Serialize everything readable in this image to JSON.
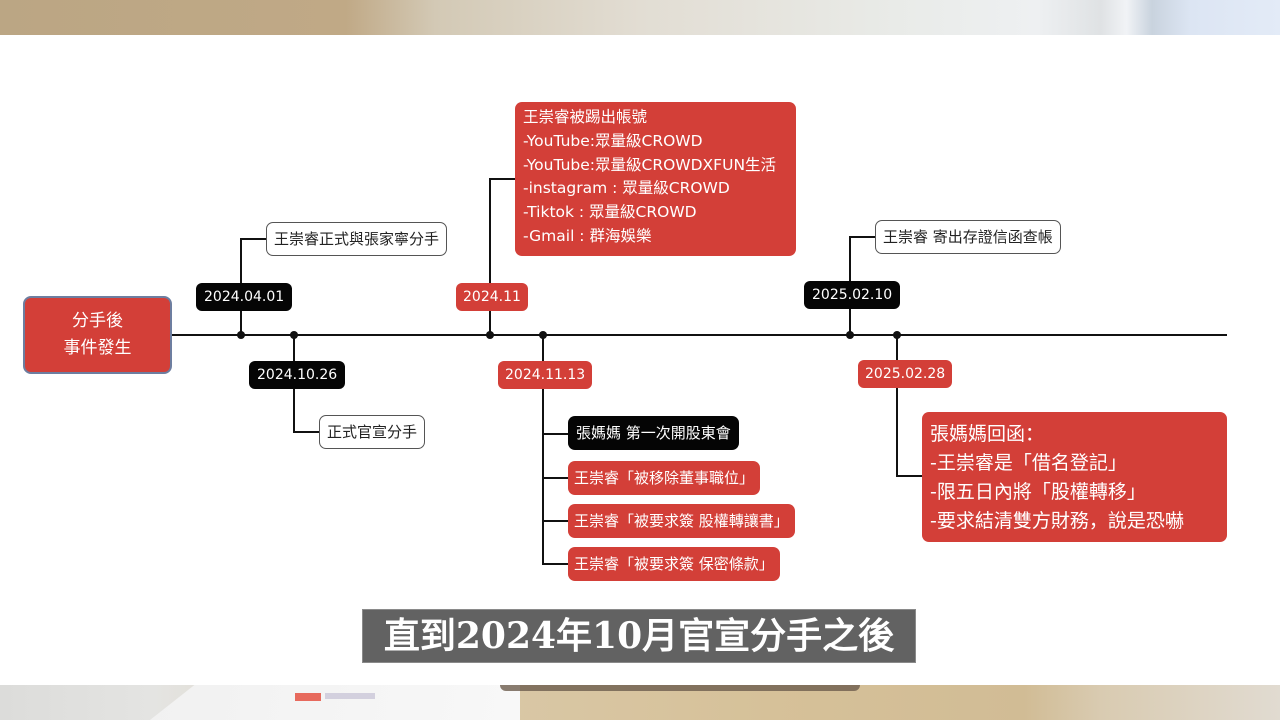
{
  "root": {
    "lines": [
      "分手後",
      "事件發生"
    ]
  },
  "events": [
    {
      "date": "2024.04.01",
      "date_style": "black",
      "position": "above",
      "items": [
        "王崇睿正式與張家寧分手"
      ]
    },
    {
      "date": "2024.10.26",
      "date_style": "black",
      "position": "below",
      "items": [
        "正式官宣分手"
      ]
    },
    {
      "date": "2024.11",
      "date_style": "red",
      "position": "above",
      "items": [
        "王崇睿被踢出帳號",
        "-YouTube:眾量級CROWD",
        "-YouTube:眾量級CROWDXFUN生活",
        "-instagram : 眾量級CROWD",
        "-Tiktok : 眾量級CROWD",
        "-Gmail : 群海娛樂"
      ]
    },
    {
      "date": "2024.11.13",
      "date_style": "red",
      "position": "below",
      "items": [
        "張媽媽 第一次開股東會",
        "王崇睿「被移除董事職位」",
        "王崇睿「被要求簽 股權轉讓書」",
        "王崇睿「被要求簽 保密條款」"
      ]
    },
    {
      "date": "2025.02.10",
      "date_style": "black",
      "position": "above",
      "items": [
        "王崇睿 寄出存證信函查帳"
      ]
    },
    {
      "date": "2025.02.28",
      "date_style": "red",
      "position": "below",
      "items": [
        "張媽媽回函：",
        "-王崇睿是「借名登記」",
        "-限五日內將「股權轉移」",
        "-要求結清雙方財務，說是恐嚇"
      ]
    }
  ],
  "subtitle": "直到2024年10月官宣分手之後",
  "colors": {
    "red": "#d33f38",
    "black": "#050505",
    "line": "#111111",
    "root_border": "#6d7ea0",
    "subtitle_bg": "#626262"
  }
}
